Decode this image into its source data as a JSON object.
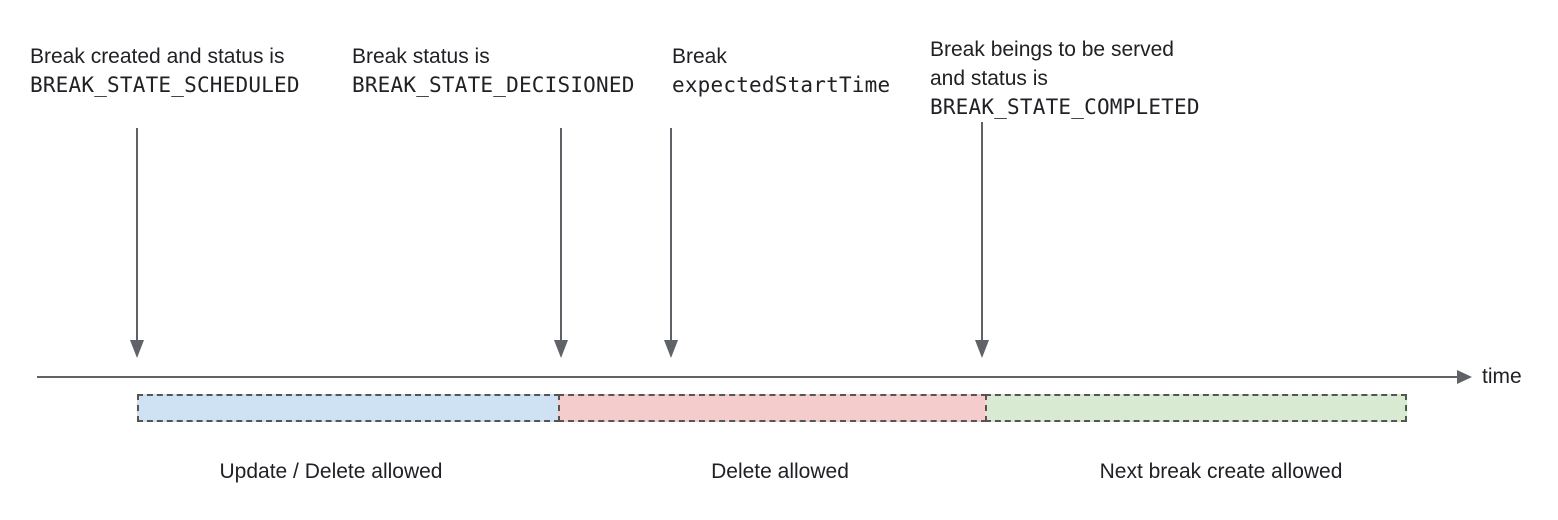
{
  "diagram": {
    "time_axis_label": "time",
    "annotations": [
      {
        "line1": "Break created and status is",
        "code": "BREAK_STATE_SCHEDULED"
      },
      {
        "line1": "Break status is",
        "code": "BREAK_STATE_DECISIONED"
      },
      {
        "line1": "Break",
        "code": "expectedStartTime"
      },
      {
        "line1": "Break beings to be served",
        "line2": "and status is",
        "code": "BREAK_STATE_COMPLETED"
      }
    ],
    "segments": [
      {
        "label": "Update / Delete allowed",
        "color": "#cfe2f3"
      },
      {
        "label": "Delete allowed",
        "color": "#f4cccc"
      },
      {
        "label": "Next break create allowed",
        "color": "#d9ead3"
      }
    ],
    "colors": {
      "axis_and_arrows": "#5f6368",
      "segment_border": "#555555",
      "text": "#202124"
    }
  }
}
